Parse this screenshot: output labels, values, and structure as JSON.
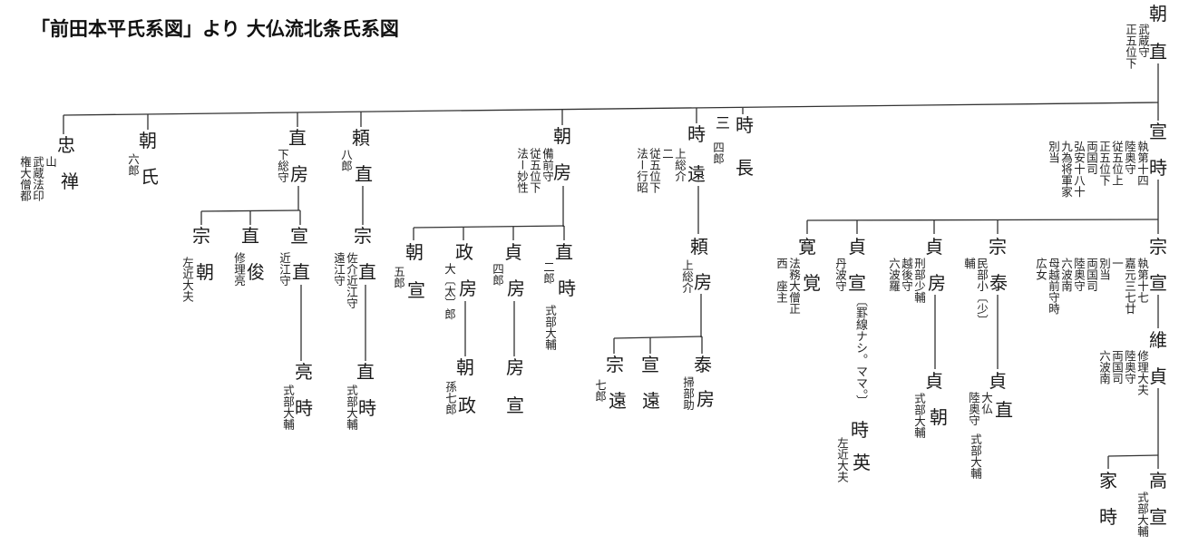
{
  "title": "「前田本平氏系図」より 大仏流北条氏系図",
  "nodes": {
    "tomonao": {
      "c1": "朝",
      "c2": "直",
      "note": "武蔵守\n正五位下"
    },
    "chuzen": {
      "c1": "忠",
      "c2": "禅",
      "note": "山\n武蔵法印\n権大僧都"
    },
    "tomouji": {
      "c1": "朝",
      "c2": "氏",
      "note": "六郎"
    },
    "naofusa": {
      "c1": "直",
      "c2": "房",
      "note": "下総守"
    },
    "yorinao": {
      "c1": "頼",
      "c2": "直",
      "note": "八郎"
    },
    "tomofusa": {
      "c1": "朝",
      "c2": "房",
      "note": "備前守\n従五位下\n法ー妙性"
    },
    "tokito": {
      "c1": "時",
      "c2": "遠",
      "note_right": "四郎",
      "note": "上総介\n二\n従五位下\n法ー行昭"
    },
    "tokinaga": {
      "pre": "三",
      "c1": "時",
      "c2": "長"
    },
    "nobutoki": {
      "c1": "宣",
      "c2": "時",
      "note": "執第十四\n陸奥守\n従五位上\n正五位下\n両国司\n弘安十八十\n九為将軍家\n別当"
    },
    "munetomo": {
      "c1": "宗",
      "c2": "朝",
      "note": "左近大夫"
    },
    "naotoshi": {
      "c1": "直",
      "c2": "俊",
      "note": "修理亮"
    },
    "nobunao": {
      "c1": "宣",
      "c2": "直",
      "note": "近江守"
    },
    "ryoji": {
      "c1": "亮",
      "c2": "時",
      "note": "式部大輔"
    },
    "munenao": {
      "c1": "宗",
      "c2": "直",
      "note": "佐介近江守\n遠江守"
    },
    "naotoki1": {
      "c1": "直",
      "c2": "時",
      "note": "式部大輔"
    },
    "tomonobu": {
      "c1": "朝",
      "c2": "宣",
      "note": "五郎"
    },
    "masafusa": {
      "c1": "政",
      "c2": "房",
      "note": "大〔太〕郎"
    },
    "sadafusa1": {
      "c1": "貞",
      "c2": "房",
      "note": "四郎"
    },
    "naotoki2": {
      "c1": "直",
      "c2": "時",
      "note": "二郎",
      "note2": "式部大輔"
    },
    "tomomasa": {
      "c1": "朝",
      "c2": "政",
      "note": "孫七郎"
    },
    "fusanobu": {
      "c1": "房",
      "c2": "宣"
    },
    "yorifusa": {
      "c1": "頼",
      "c2": "房",
      "note": "上総介"
    },
    "muneto": {
      "c1": "宗",
      "c2": "遠",
      "note": "七郎"
    },
    "nobuto": {
      "c1": "宣",
      "c2": "遠"
    },
    "yasufusa": {
      "c1": "泰",
      "c2": "房",
      "note": "掃部助"
    },
    "kankaku": {
      "c1": "寛",
      "c2": "覚",
      "note": "法務大僧正\n西　座主"
    },
    "sadanobu": {
      "c1": "貞",
      "c2": "宣",
      "note": "丹波守",
      "remark": "〔罫線ナシ。ママ。〕"
    },
    "tokihide": {
      "c1": "時",
      "c2": "英",
      "note": "左近大夫"
    },
    "sadafusa2": {
      "c1": "貞",
      "c2": "房",
      "note": "刑部少輔\n越後守\n六波羅"
    },
    "sadatomo": {
      "c1": "貞",
      "c2": "朝",
      "note": "式部大輔"
    },
    "muneyasu": {
      "c1": "宗",
      "c2": "泰",
      "note": "民部小〔少〕\n輔"
    },
    "sadanao": {
      "c1": "貞",
      "c2": "直",
      "note": "大仏\n陸奥守",
      "note2": "式部大輔"
    },
    "munenobu": {
      "c1": "宗",
      "c2": "宣",
      "note": "執第十七\n嘉元三七廿\n一\n別当\n両国司\n陸奥守\n六波南\n母越前守時\n広女"
    },
    "koresada": {
      "c1": "維",
      "c2": "貞",
      "note": "修理大夫\n陸奥守\n両国司\n六波南"
    },
    "ieto": {
      "c1": "家",
      "c2": "時"
    },
    "takanobu": {
      "c1": "高",
      "c2": "宣",
      "note": "式部大輔"
    }
  }
}
